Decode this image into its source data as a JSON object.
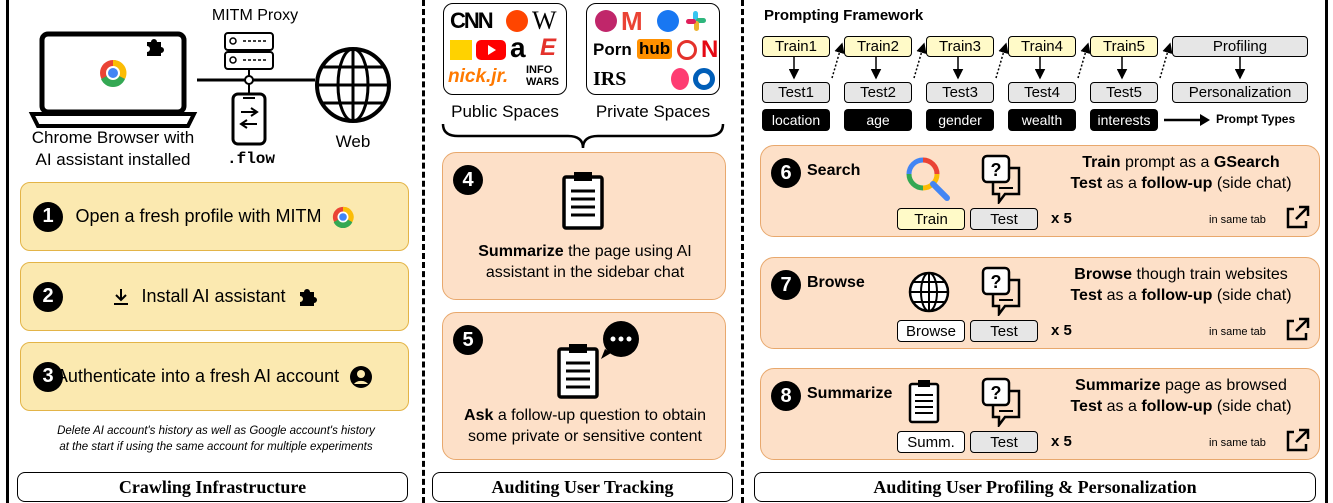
{
  "col1": {
    "mitm_label": "MITM Proxy",
    "browser_label_1": "Chrome Browser with",
    "browser_label_2": "AI assistant installed",
    "flow_label": ".flow",
    "web_label": "Web",
    "step1": {
      "num": "1",
      "text": "Open a fresh profile with MITM"
    },
    "step2": {
      "num": "2",
      "text": "Install AI assistant"
    },
    "step3": {
      "num": "3",
      "text": "Authenticate into a fresh AI account"
    },
    "note_1": "Delete AI account's history as well as Google account's history",
    "note_2": "at the start if using the same account for multiple experiments",
    "footer": "Crawling Infrastructure"
  },
  "col2": {
    "public_label": "Public Spaces",
    "private_label": "Private Spaces",
    "public_logos": [
      "CNN",
      "W",
      "a",
      "E",
      "nick.jr.",
      "INFO WARS"
    ],
    "private_logos": [
      "M",
      "Porn",
      "hub",
      "N",
      "IRS"
    ],
    "step4": {
      "num": "4",
      "bold": "Summarize",
      "rest": " the page using AI",
      "line2": "assistant in the sidebar chat"
    },
    "step5": {
      "num": "5",
      "bold": "Ask",
      "rest": " a follow-up question to obtain",
      "line2": "some private or sensitive content"
    },
    "footer": "Auditing User Tracking"
  },
  "col3": {
    "heading": "Prompting Framework",
    "train": [
      "Train1",
      "Train2",
      "Train3",
      "Train4",
      "Train5"
    ],
    "test": [
      "Test1",
      "Test2",
      "Test3",
      "Test4",
      "Test5"
    ],
    "profiling": "Profiling",
    "personalization": "Personalization",
    "types": [
      "location",
      "age",
      "gender",
      "wealth",
      "interests"
    ],
    "prompt_types": "Prompt Types",
    "search": {
      "num": "6",
      "title": "Search",
      "l1b": "Train",
      "l1r": " prompt as a ",
      "l1b2": "GSearch",
      "l2a": "Test",
      "l2r": " as a ",
      "l2b": "follow-up",
      "l2e": " (side chat)",
      "btn1": "Train",
      "btn2": "Test",
      "times": "x 5",
      "tab": "in same tab"
    },
    "browse": {
      "num": "7",
      "title": "Browse",
      "l1b": "Browse",
      "l1r": " though train websites",
      "l2a": "Test",
      "l2r": " as a ",
      "l2b": "follow-up",
      "l2e": " (side chat)",
      "btn1": "Browse",
      "btn2": "Test",
      "times": "x 5",
      "tab": "in same tab"
    },
    "summ": {
      "num": "8",
      "title": "Summarize",
      "l1b": "Summarize",
      "l1r": " page as browsed",
      "l2a": "Test",
      "l2r": " as a ",
      "l2b": "follow-up",
      "l2e": " (side chat)",
      "btn1": "Summ.",
      "btn2": "Test",
      "times": "x 5",
      "tab": "in same tab"
    },
    "footer": "Auditing User Profiling & Personalization"
  }
}
